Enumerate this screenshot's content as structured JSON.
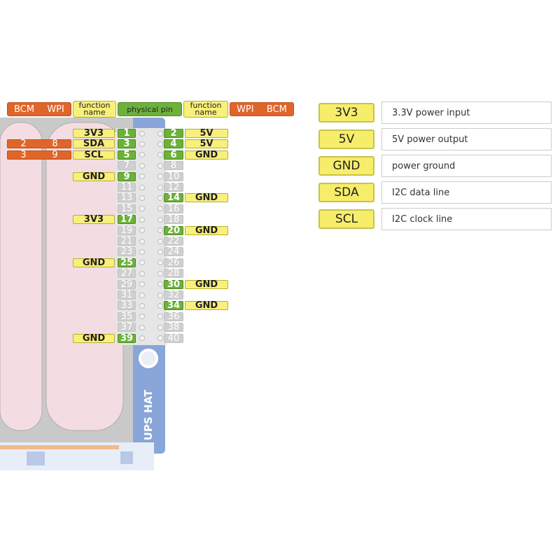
{
  "header": {
    "left_bcm": "BCM",
    "left_wpi": "WPI",
    "left_function": [
      "function",
      "name"
    ],
    "physical_pin": "physical pin",
    "right_function": [
      "function",
      "name"
    ],
    "right_wpi": "WPI",
    "right_bcm": "BCM"
  },
  "board_label": "UPS HAT",
  "odd_pins": [
    {
      "pin": "1",
      "function": "3V3",
      "active": true
    },
    {
      "pin": "3",
      "function": "SDA",
      "active": true,
      "bcm": "2",
      "wpi": "8"
    },
    {
      "pin": "5",
      "function": "SCL",
      "active": true,
      "bcm": "3",
      "wpi": "9"
    },
    {
      "pin": "7",
      "active": false
    },
    {
      "pin": "9",
      "function": "GND",
      "active": true
    },
    {
      "pin": "11",
      "active": false
    },
    {
      "pin": "13",
      "active": false
    },
    {
      "pin": "15",
      "active": false
    },
    {
      "pin": "17",
      "function": "3V3",
      "active": true
    },
    {
      "pin": "19",
      "active": false
    },
    {
      "pin": "21",
      "active": false
    },
    {
      "pin": "23",
      "active": false
    },
    {
      "pin": "25",
      "function": "GND",
      "active": true
    },
    {
      "pin": "27",
      "active": false
    },
    {
      "pin": "29",
      "active": false
    },
    {
      "pin": "31",
      "active": false
    },
    {
      "pin": "33",
      "active": false
    },
    {
      "pin": "35",
      "active": false
    },
    {
      "pin": "37",
      "active": false
    },
    {
      "pin": "39",
      "function": "GND",
      "active": true
    }
  ],
  "even_pins": [
    {
      "pin": "2",
      "function": "5V",
      "active": true
    },
    {
      "pin": "4",
      "function": "5V",
      "active": true
    },
    {
      "pin": "6",
      "function": "GND",
      "active": true
    },
    {
      "pin": "8",
      "active": false
    },
    {
      "pin": "10",
      "active": false
    },
    {
      "pin": "12",
      "active": false
    },
    {
      "pin": "14",
      "function": "GND",
      "active": true
    },
    {
      "pin": "16",
      "active": false
    },
    {
      "pin": "18",
      "active": false
    },
    {
      "pin": "20",
      "function": "GND",
      "active": true
    },
    {
      "pin": "22",
      "active": false
    },
    {
      "pin": "24",
      "active": false
    },
    {
      "pin": "26",
      "active": false
    },
    {
      "pin": "28",
      "active": false
    },
    {
      "pin": "30",
      "function": "GND",
      "active": true
    },
    {
      "pin": "32",
      "active": false
    },
    {
      "pin": "34",
      "function": "GND",
      "active": true
    },
    {
      "pin": "36",
      "active": false
    },
    {
      "pin": "38",
      "active": false
    },
    {
      "pin": "40",
      "active": false
    }
  ],
  "legend": [
    {
      "name": "3V3",
      "description": "3.3V power input"
    },
    {
      "name": "5V",
      "description": "5V power output"
    },
    {
      "name": "GND",
      "description": "power ground"
    },
    {
      "name": "SDA",
      "description": "I2C data line"
    },
    {
      "name": "SCL",
      "description": "I2C clock line"
    }
  ],
  "colors": {
    "orange": "#e0652a",
    "yellow": "#f8f07a",
    "green": "#6cb23a",
    "inactive": "#cfcfcf",
    "board_blue": "#8aa6d8",
    "battery_pink": "#f3dde3"
  }
}
